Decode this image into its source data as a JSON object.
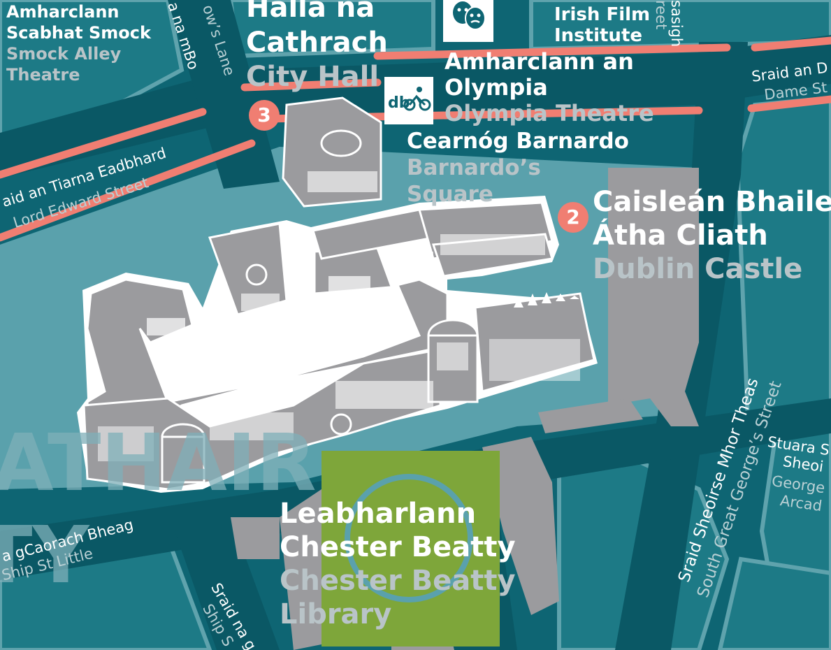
{
  "map": {
    "colors": {
      "water_area": "#0e6573",
      "block": "#1d7a86",
      "block_outline": "#5fa3ad",
      "road": "#0a5865",
      "castle_ground": "#5aa1ac",
      "building_fill": "#9b9b9e",
      "building_outline": "#ffffff",
      "park": "#7ea63a",
      "accent_red": "#f07e72",
      "label_primary": "#ffffff",
      "label_secondary": "#b9c4c8"
    },
    "landmarks": {
      "city_hall": {
        "marker": "3",
        "name_ga_1": "Halla na",
        "name_ga_2": "Cathrach",
        "name_en": "City Hall"
      },
      "dublin_castle": {
        "marker": "2",
        "name_ga_1": "Caisleán Bhaile",
        "name_ga_2": "Átha Cliath",
        "name_en": "Dublin Castle"
      },
      "chester_beatty": {
        "name_ga_1": "Leabharlann",
        "name_ga_2": "Chester Beatty",
        "name_en_1": "Chester Beatty",
        "name_en_2": "Library"
      },
      "smock_alley": {
        "name_ga_1": "Amharclann",
        "name_ga_2": "Scabhat Smock",
        "name_en_1": "Smock Alley",
        "name_en_2": "Theatre"
      },
      "olympia": {
        "name_ga_1": "Amharclann an",
        "name_ga_2": "Olympia",
        "name_en": "Olympia Theatre"
      },
      "barnardo": {
        "name_ga": "Cearnóg Barnardo",
        "name_en_1": "Barnardo’s",
        "name_en_2": "Square"
      },
      "ifi": {
        "name_1": "Irish Film",
        "name_2": "Institute"
      }
    },
    "streets": {
      "lord_edward_ga": "aid an Tiarna Eadbhard",
      "lord_edward_en": "Lord Edward Street",
      "dame_ga": "Sraid an D",
      "dame_en": "Dame St",
      "ship_ga": "a gCaorach Bheag",
      "ship_en": "Ship St Little",
      "georges_ga": "Sraid Sheoirse Mhor Theas",
      "georges_en": "South Great George’s Street",
      "arcade_ga_1": "Stuara S",
      "arcade_ga_2": "Sheoi",
      "arcade_en_1": "George",
      "arcade_en_2": "Arcad",
      "cows_ga": "a na mBo",
      "cows_en": "ow’s Lane",
      "top_street_ga": "sasigh",
      "top_street_en": "reet",
      "ship_lower_ga": "Sraid na g",
      "ship_lower_en": "Ship S"
    },
    "district_fragments": {
      "line_1": "ATHAIR",
      "line_2": "TY"
    },
    "icons": {
      "theatre": "theatre-masks-icon",
      "bikes": "dublinbikes-icon"
    },
    "dublinbikes_text": "db"
  }
}
